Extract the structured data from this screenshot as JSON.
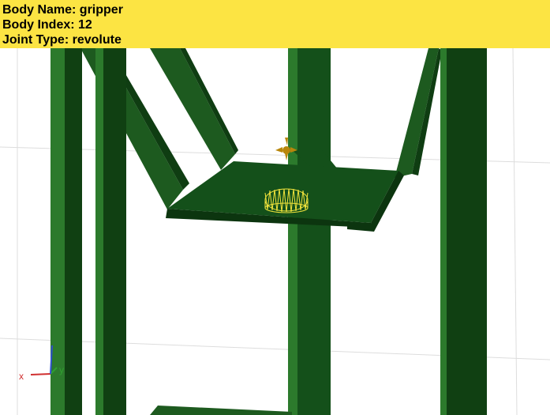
{
  "info": {
    "body_name": "Body Name: gripper",
    "body_index": "Body Index: 12",
    "joint_type": "Joint Type: revolute"
  },
  "axes": {
    "x_label": "x",
    "y_label": "y",
    "x_color": "#d03030",
    "y_color": "#30a030",
    "z_color": "#3050d0"
  },
  "colors": {
    "banner": "#fce443",
    "structure_dark": "#0f3d12",
    "structure_mid": "#1d5a1f",
    "structure_light": "#2c7a2c",
    "highlight": "#f2e43c",
    "grid": "#dddddd",
    "background": "#ffffff"
  },
  "icons": [
    "frame-origin-marker-icon",
    "revolute-joint-icon",
    "axis-triad-icon"
  ]
}
